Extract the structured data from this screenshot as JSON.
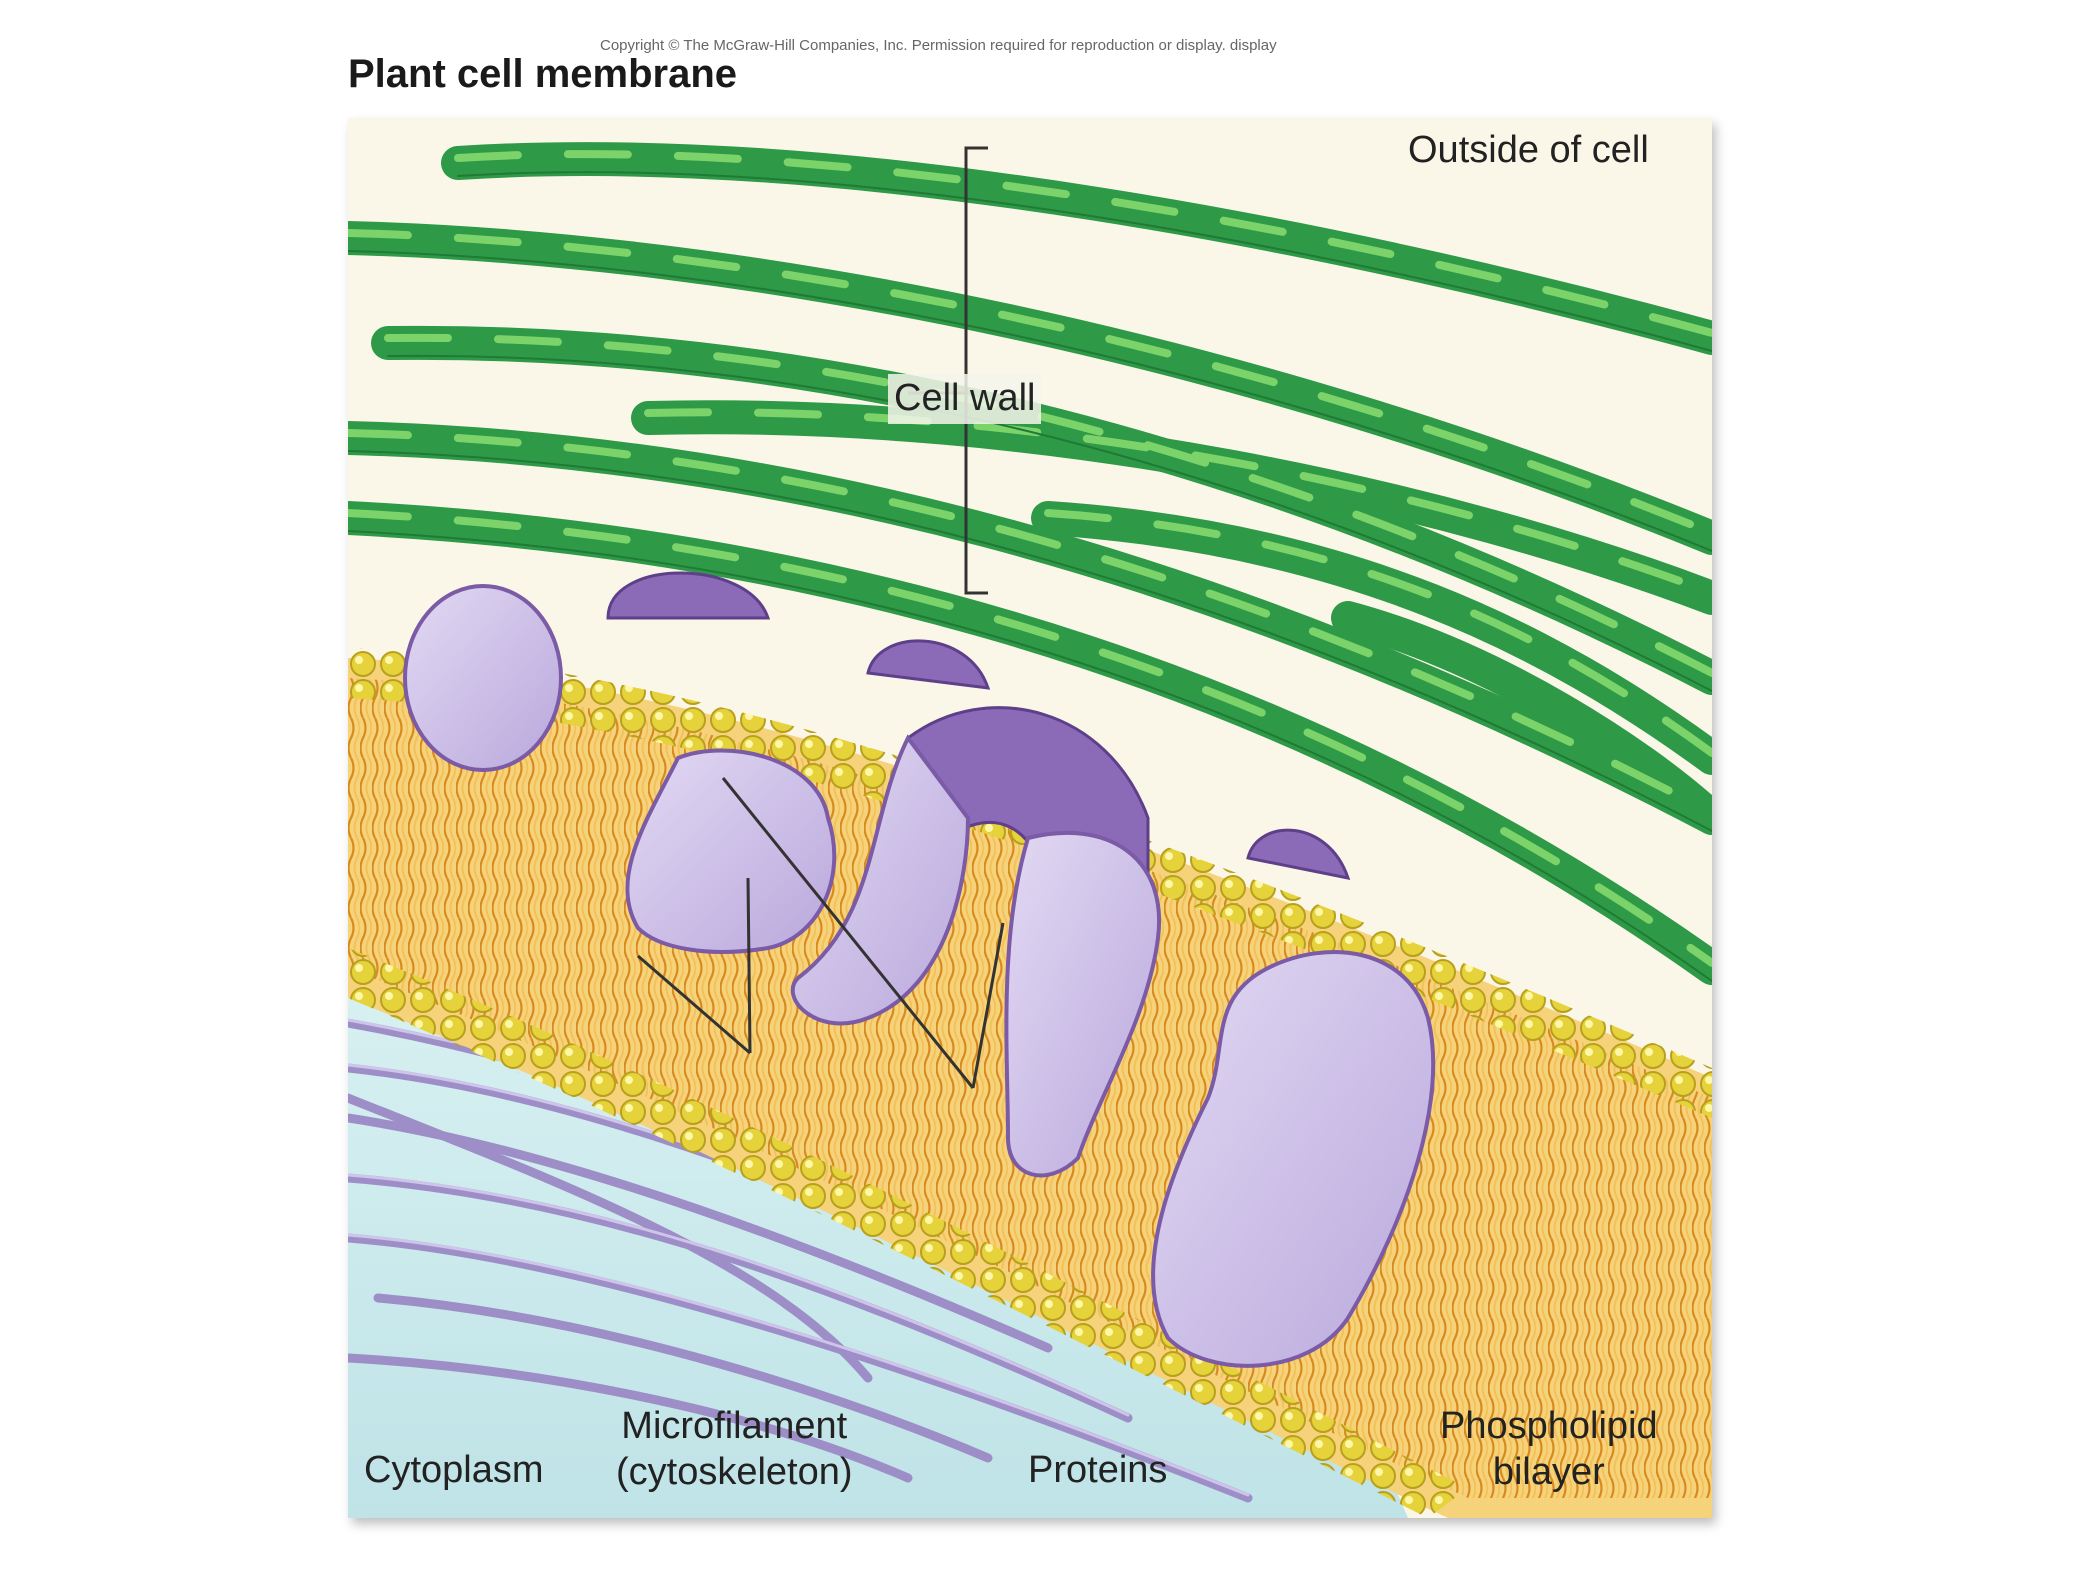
{
  "header": {
    "copyright": "Copyright © The McGraw-Hill Companies, Inc. Permission required for reproduction or display.  display",
    "title": "Plant cell membrane"
  },
  "labels": {
    "outside": "Outside of cell",
    "cell_wall": "Cell wall",
    "cytoplasm": "Cytoplasm",
    "microfilament_line1": "Microfilament",
    "microfilament_line2": "(cytoskeleton)",
    "proteins": "Proteins",
    "phospholipid_line1": "Phospholipid",
    "phospholipid_line2": "bilayer"
  },
  "colors": {
    "cell_wall_fiber": "#2e9a48",
    "cell_wall_highlight": "#7cd36a",
    "phospholipid_head": "#e6d23a",
    "phospholipid_tail": "#e8a832",
    "protein": "#cdc0e6",
    "protein_dark": "#7b5aa6",
    "cytoskeleton": "#9e8ec8",
    "cytoplasm": "#c8e9ec",
    "background": "#fbf7e8"
  }
}
